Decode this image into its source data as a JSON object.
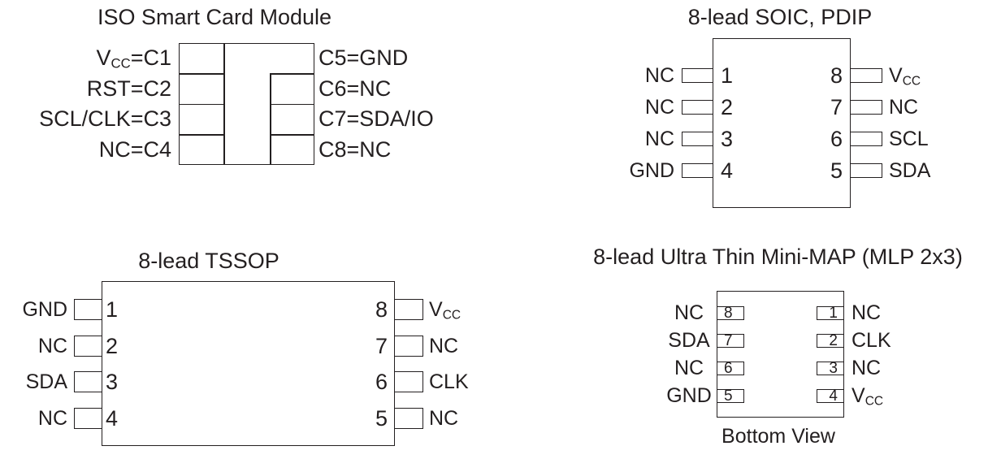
{
  "colors": {
    "ink": "#231f20",
    "background": "#ffffff"
  },
  "iso_module": {
    "title": "ISO Smart Card Module",
    "left_contacts": [
      {
        "pre": "V",
        "sub": "CC",
        "post": "=C1"
      },
      {
        "pre": "RST=C2",
        "sub": "",
        "post": ""
      },
      {
        "pre": "SCL/CLK=C3",
        "sub": "",
        "post": ""
      },
      {
        "pre": "NC=C4",
        "sub": "",
        "post": ""
      }
    ],
    "right_contacts": [
      {
        "pre": "C5=GND",
        "sub": "",
        "post": ""
      },
      {
        "pre": "C6=NC",
        "sub": "",
        "post": ""
      },
      {
        "pre": "C7=SDA/IO",
        "sub": "",
        "post": ""
      },
      {
        "pre": "C8=NC",
        "sub": "",
        "post": ""
      }
    ]
  },
  "soic_pdip": {
    "title": "8-lead SOIC, PDIP",
    "left_pins": [
      {
        "number": "1",
        "name": {
          "pre": "NC",
          "sub": "",
          "post": ""
        }
      },
      {
        "number": "2",
        "name": {
          "pre": "NC",
          "sub": "",
          "post": ""
        }
      },
      {
        "number": "3",
        "name": {
          "pre": "NC",
          "sub": "",
          "post": ""
        }
      },
      {
        "number": "4",
        "name": {
          "pre": "GND",
          "sub": "",
          "post": ""
        }
      }
    ],
    "right_pins": [
      {
        "number": "8",
        "name": {
          "pre": "V",
          "sub": "CC",
          "post": ""
        }
      },
      {
        "number": "7",
        "name": {
          "pre": "NC",
          "sub": "",
          "post": ""
        }
      },
      {
        "number": "6",
        "name": {
          "pre": "SCL",
          "sub": "",
          "post": ""
        }
      },
      {
        "number": "5",
        "name": {
          "pre": "SDA",
          "sub": "",
          "post": ""
        }
      }
    ]
  },
  "tssop": {
    "title": "8-lead TSSOP",
    "left_pins": [
      {
        "number": "1",
        "name": {
          "pre": "GND",
          "sub": "",
          "post": ""
        }
      },
      {
        "number": "2",
        "name": {
          "pre": "NC",
          "sub": "",
          "post": ""
        }
      },
      {
        "number": "3",
        "name": {
          "pre": "SDA",
          "sub": "",
          "post": ""
        }
      },
      {
        "number": "4",
        "name": {
          "pre": "NC",
          "sub": "",
          "post": ""
        }
      }
    ],
    "right_pins": [
      {
        "number": "8",
        "name": {
          "pre": "V",
          "sub": "CC",
          "post": ""
        }
      },
      {
        "number": "7",
        "name": {
          "pre": "NC",
          "sub": "",
          "post": ""
        }
      },
      {
        "number": "6",
        "name": {
          "pre": "CLK",
          "sub": "",
          "post": ""
        }
      },
      {
        "number": "5",
        "name": {
          "pre": "NC",
          "sub": "",
          "post": ""
        }
      }
    ]
  },
  "mlp": {
    "title": "8-lead Ultra Thin Mini-MAP (MLP 2x3)",
    "caption": "Bottom View",
    "left_pads": [
      {
        "number": "8",
        "name": {
          "pre": "NC",
          "sub": "",
          "post": ""
        }
      },
      {
        "number": "7",
        "name": {
          "pre": "SDA",
          "sub": "",
          "post": ""
        }
      },
      {
        "number": "6",
        "name": {
          "pre": "NC",
          "sub": "",
          "post": ""
        }
      },
      {
        "number": "5",
        "name": {
          "pre": "GND",
          "sub": "",
          "post": ""
        }
      }
    ],
    "right_pads": [
      {
        "number": "1",
        "name": {
          "pre": "NC",
          "sub": "",
          "post": ""
        }
      },
      {
        "number": "2",
        "name": {
          "pre": "CLK",
          "sub": "",
          "post": ""
        }
      },
      {
        "number": "3",
        "name": {
          "pre": "NC",
          "sub": "",
          "post": ""
        }
      },
      {
        "number": "4",
        "name": {
          "pre": "V",
          "sub": "CC",
          "post": ""
        }
      }
    ]
  }
}
